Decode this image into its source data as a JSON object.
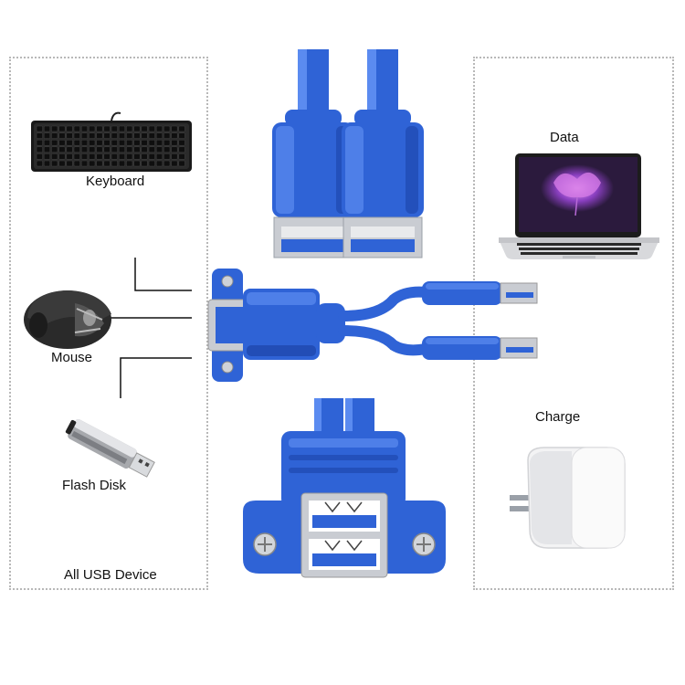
{
  "labels": {
    "keyboard": "Keyboard",
    "mouse": "Mouse",
    "flash_disk": "Flash Disk",
    "all_usb": "All USB Device",
    "data": "Data",
    "charge": "Charge"
  },
  "icons": {
    "keyboard": "keyboard-icon",
    "mouse": "mouse-icon",
    "flash_disk": "usb-flash-drive-icon",
    "laptop": "laptop-icon",
    "charger": "usb-charger-icon",
    "cable": "usb-y-splitter-cable-icon"
  },
  "colors": {
    "cable_blue": "#2f63d6",
    "cable_dark": "#1d45a8",
    "cable_light": "#5b8bf0",
    "metal": "#c9ccd2",
    "panel_border": "#b8b8b8"
  }
}
